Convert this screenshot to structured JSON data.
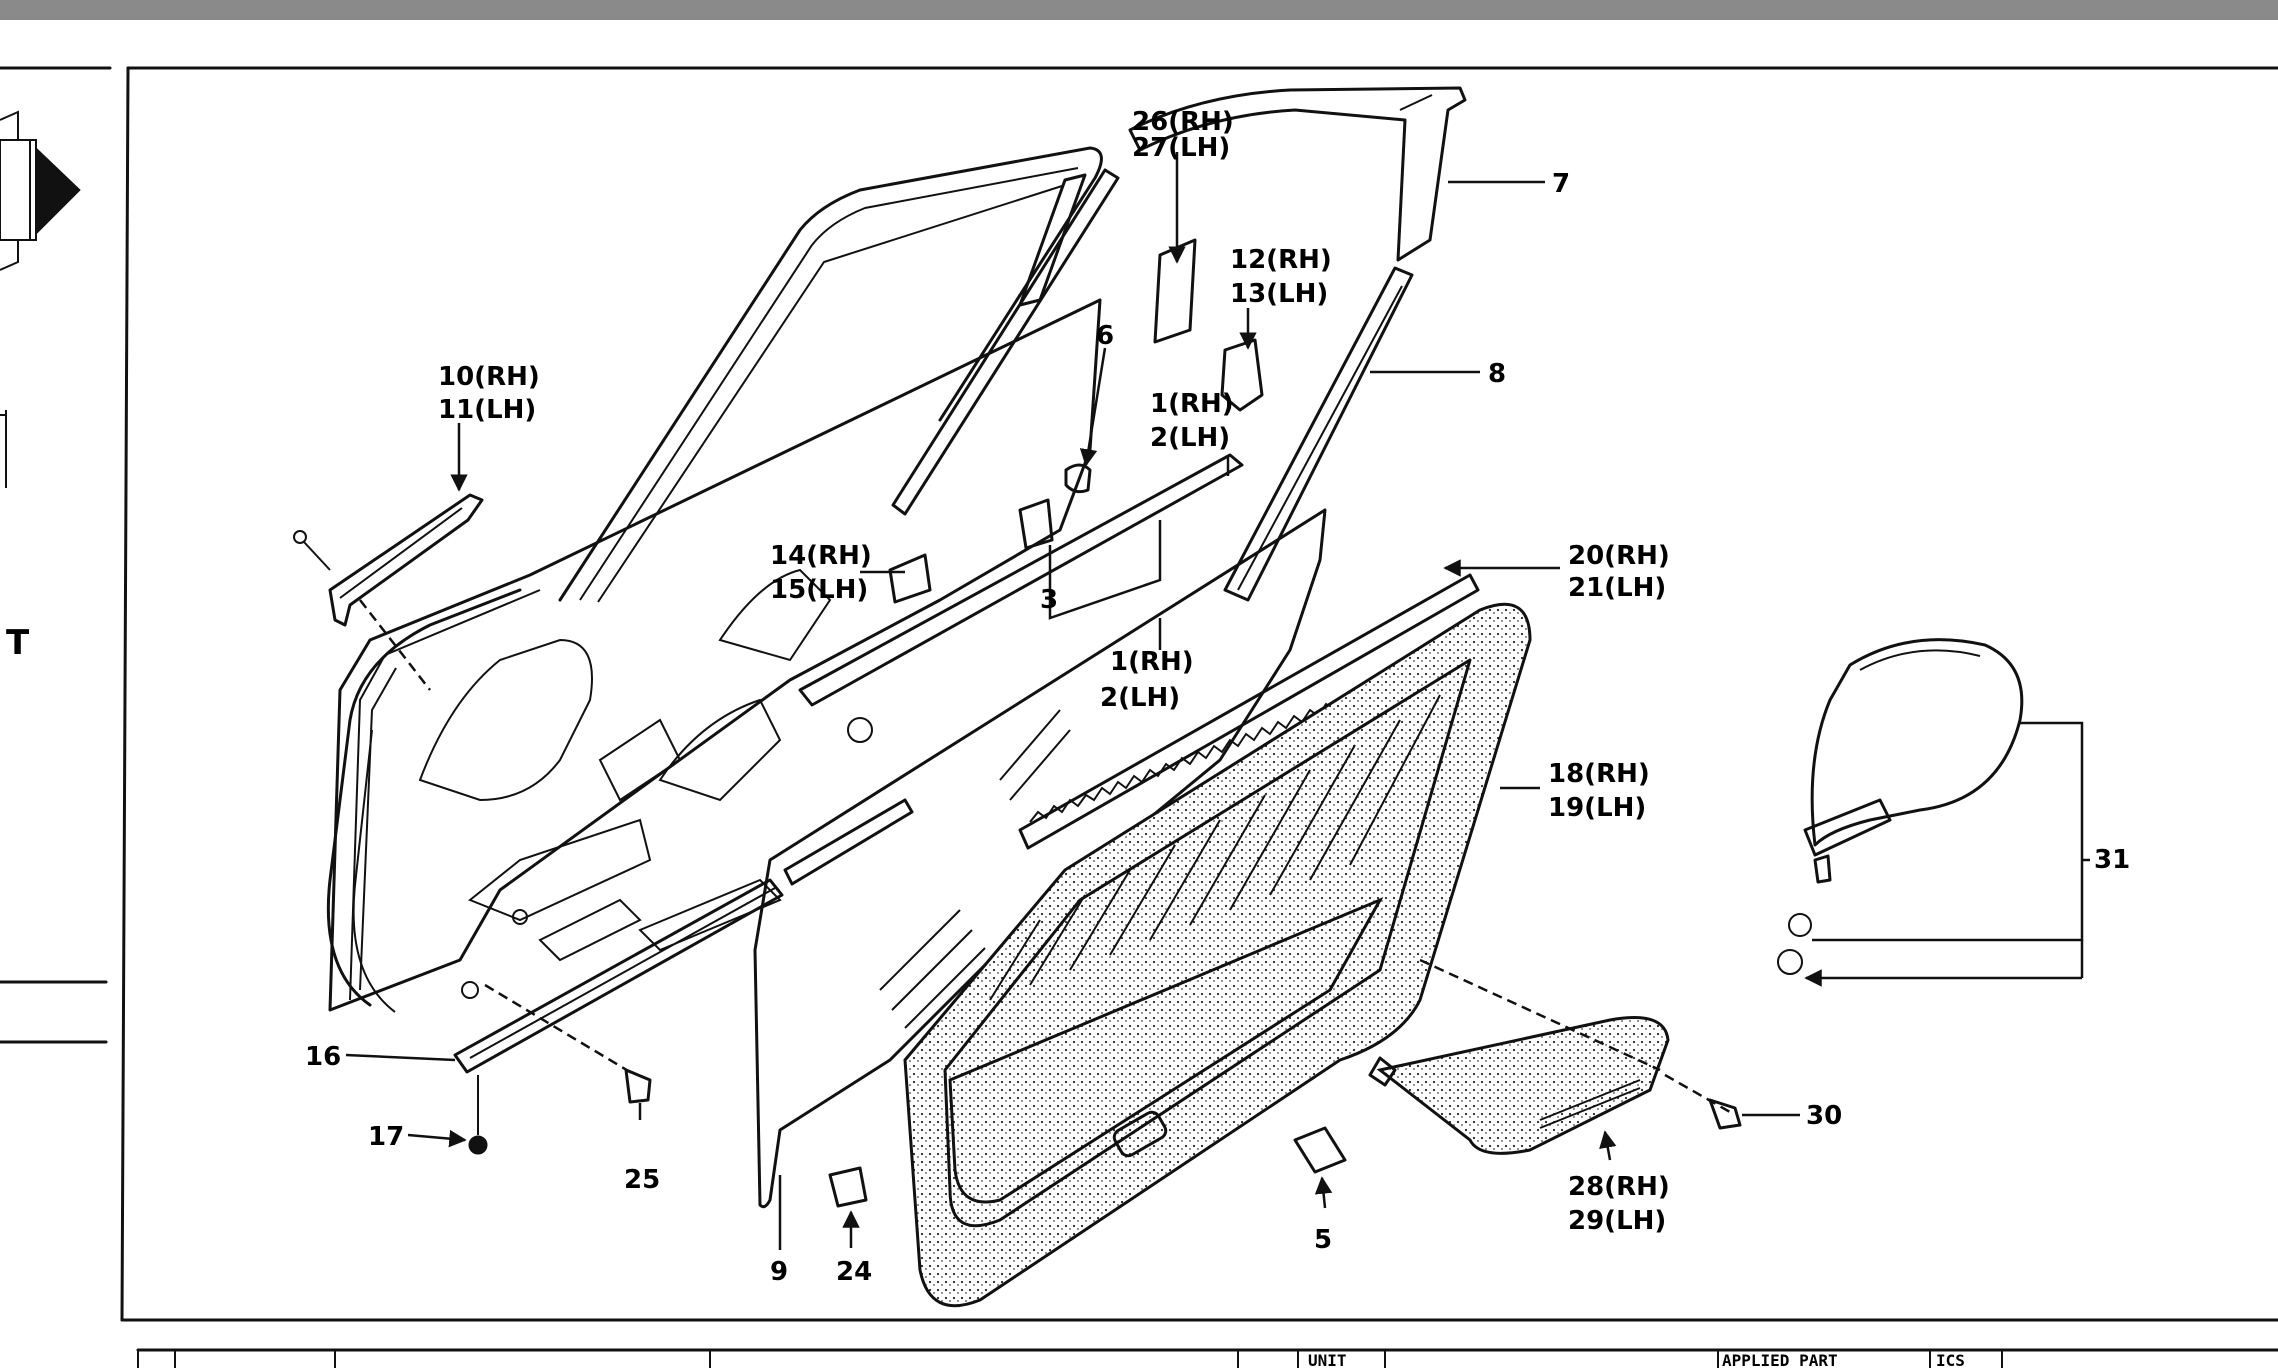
{
  "sidebar": {
    "letter": "T"
  },
  "callouts": [
    {
      "id": "c-26-27",
      "lines": [
        "26(RH)",
        "27(LH)"
      ]
    },
    {
      "id": "c-7",
      "lines": [
        "7"
      ]
    },
    {
      "id": "c-12-13",
      "lines": [
        "12(RH)",
        "13(LH)"
      ]
    },
    {
      "id": "c-6",
      "lines": [
        "6"
      ]
    },
    {
      "id": "c-8",
      "lines": [
        "8"
      ]
    },
    {
      "id": "c-10-11",
      "lines": [
        "10(RH)",
        "11(LH)"
      ]
    },
    {
      "id": "c-1-2-top",
      "lines": [
        "1(RH)",
        "2(LH)"
      ]
    },
    {
      "id": "c-14-15",
      "lines": [
        "14(RH)",
        "15(LH)"
      ]
    },
    {
      "id": "c-3",
      "lines": [
        "3"
      ]
    },
    {
      "id": "c-20-21",
      "lines": [
        "20(RH)",
        "21(LH)"
      ]
    },
    {
      "id": "c-1-2-bottom",
      "lines": [
        "1(RH)",
        "2(LH)"
      ]
    },
    {
      "id": "c-18-19",
      "lines": [
        "18(RH)",
        "19(LH)"
      ]
    },
    {
      "id": "c-31",
      "lines": [
        "31"
      ]
    },
    {
      "id": "c-16",
      "lines": [
        "16"
      ]
    },
    {
      "id": "c-17",
      "lines": [
        "17"
      ]
    },
    {
      "id": "c-25",
      "lines": [
        "25"
      ]
    },
    {
      "id": "c-30",
      "lines": [
        "30"
      ]
    },
    {
      "id": "c-28-29",
      "lines": [
        "28(RH)",
        "29(LH)"
      ]
    },
    {
      "id": "c-5",
      "lines": [
        "5"
      ]
    },
    {
      "id": "c-9",
      "lines": [
        "9"
      ]
    },
    {
      "id": "c-24",
      "lines": [
        "24"
      ]
    }
  ],
  "table_header": {
    "col_unit": "UNIT",
    "col_applied": "APPLIED PART",
    "col_qty": "ICS"
  }
}
